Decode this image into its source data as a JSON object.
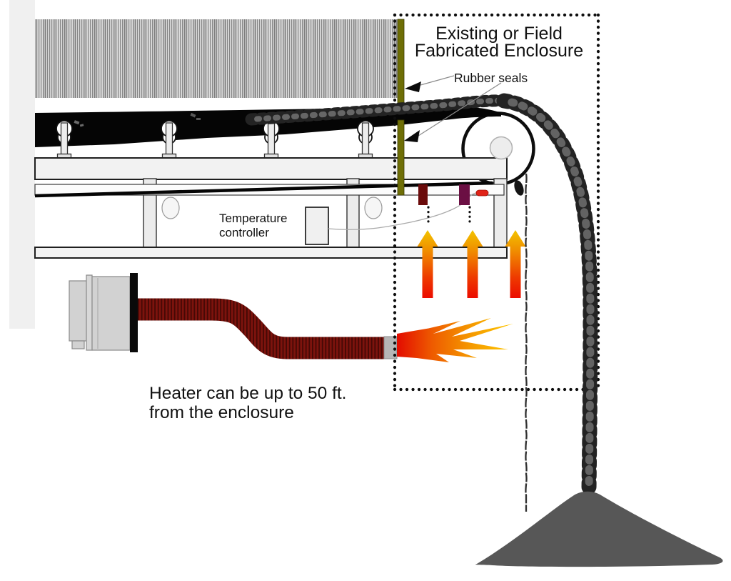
{
  "diagram": {
    "enclosure_title_line1": "Existing or Field",
    "enclosure_title_line2": "Fabricated Enclosure",
    "rubber_seals_label": "Rubber seals",
    "temperature_controller_line1": "Temperature",
    "temperature_controller_line2": "controller",
    "heater_note_line1": "Heater can be up to 50 ft.",
    "heater_note_line2": "from the enclosure"
  },
  "colors": {
    "belt_black": "#050505",
    "rubber_seal_olive": "#6e6e06",
    "duct_red": "#7d130d",
    "duct_rib": "#450905",
    "sensor_dark_red": "#6b0b0b",
    "sensor_purple": "#6b0f43",
    "indicator_red": "#e02318",
    "arrow_yellow": "#f2c400",
    "arrow_orange": "#f08a00",
    "arrow_deep_orange": "#ee3a00",
    "arrow_red": "#ec0c00",
    "flame_red": "#e30b00",
    "flame_orange": "#ee5a00",
    "flame_amber": "#f59b00",
    "flame_yellow": "#ffc800",
    "material_dark": "#3a3a3a",
    "pile_gray": "#575757",
    "frame_light": "#f2f2f2"
  }
}
